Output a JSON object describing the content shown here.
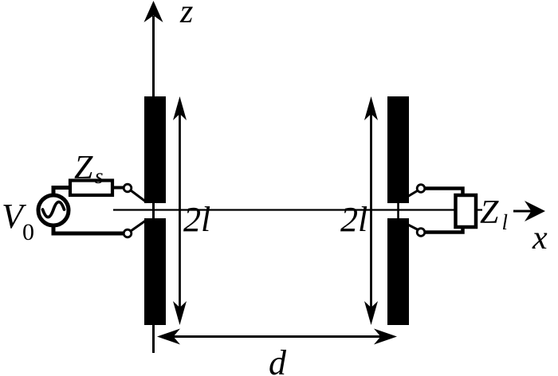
{
  "figure": {
    "axes": {
      "vertical_label": "z",
      "horizontal_label": "x"
    },
    "source": {
      "voltage_symbol": "V",
      "voltage_subscript": "0",
      "impedance_symbol": "Z",
      "impedance_subscript": "s"
    },
    "load": {
      "impedance_symbol": "Z",
      "impedance_subscript": "l"
    },
    "dipoles": {
      "left_length_label": "2l",
      "right_length_label": "2l"
    },
    "separation": {
      "label": "d"
    },
    "icons": {
      "ac_source": "sine-wave"
    },
    "colors": {
      "ink": "#000000",
      "background": "#ffffff"
    }
  }
}
